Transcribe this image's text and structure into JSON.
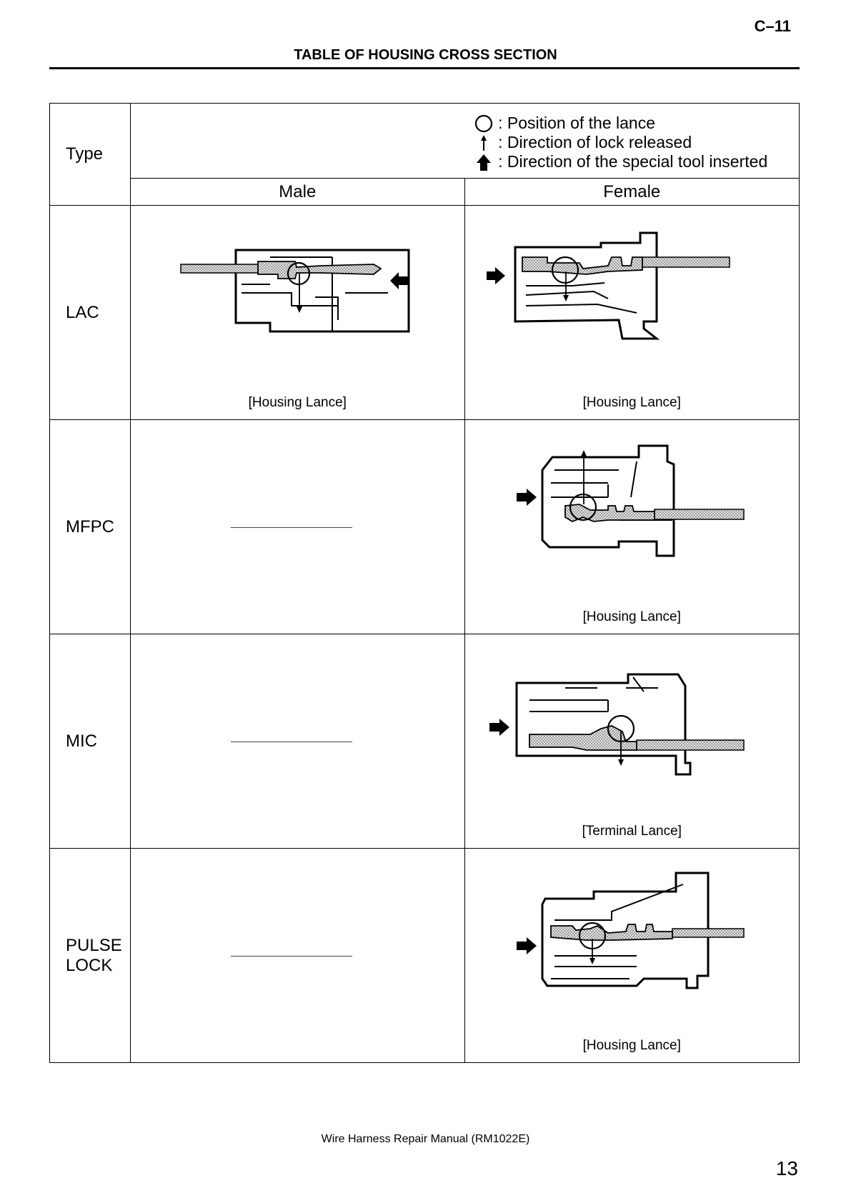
{
  "header": {
    "page_code": "C–11",
    "title": "TABLE OF HOUSING CROSS SECTION"
  },
  "legend": {
    "items": [
      {
        "symbol": "circle-icon",
        "label": ": Position of the lance"
      },
      {
        "symbol": "thin-arrow-up-icon",
        "label": ": Direction of lock released"
      },
      {
        "symbol": "bold-arrow-up-icon",
        "label": ": Direction of the special tool inserted"
      }
    ]
  },
  "table": {
    "type_label": "Type",
    "col_male": "Male",
    "col_female": "Female",
    "rows": [
      {
        "type": "LAC",
        "male_caption": "[Housing Lance]",
        "female_caption": "[Housing Lance]"
      },
      {
        "type": "MFPC",
        "male_caption": "",
        "female_caption": "[Housing Lance]"
      },
      {
        "type": "MIC",
        "male_caption": "",
        "female_caption": "[Terminal Lance]"
      },
      {
        "type_line1": "PULSE",
        "type_line2": "LOCK",
        "male_caption": "",
        "female_caption": "[Housing Lance]"
      }
    ]
  },
  "footer": {
    "manual": "Wire Harness Repair Manual (RM1022E)",
    "page_number": "13"
  }
}
